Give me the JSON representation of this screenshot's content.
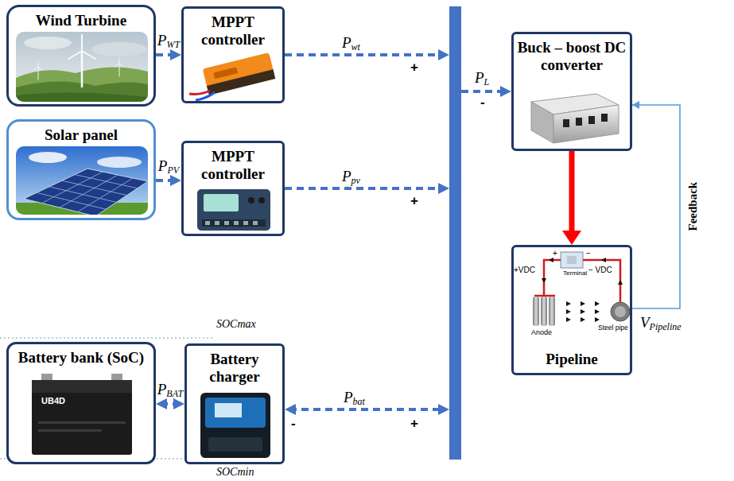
{
  "diagram": {
    "nodes": [
      {
        "text": [
          "Wind Turbine"
        ]
      },
      {
        "text": [
          "MPPT controller"
        ]
      },
      {
        "text": [
          "Solar panel"
        ]
      },
      {
        "text": [
          "MPPT controller"
        ]
      },
      {
        "text": [
          "Battery bank (SoC)"
        ]
      },
      {
        "text": [
          "Battery charger"
        ]
      },
      {
        "text": [
          "Buck – boost DC converter"
        ]
      },
      {
        "text": [
          "Pipeline"
        ]
      }
    ],
    "edges": [
      {
        "from": 0,
        "to": 1,
        "arrow": "to",
        "label": "PWT"
      },
      {
        "from": 2,
        "to": 3,
        "arrow": "to",
        "label": "PPV"
      },
      {
        "from": 4,
        "to": 5,
        "arrow": "both",
        "label": "PBAT"
      },
      {
        "from": 6,
        "to": 7,
        "arrow": "to"
      },
      {
        "from": 7,
        "to": 6,
        "arrow": "to",
        "label": "Feedback"
      }
    ],
    "labels": [
      "Pwt",
      "+",
      "Ppv",
      "+",
      "Pbat",
      "-",
      "+",
      "PL",
      "-",
      "SOCmax",
      "SOCmin",
      "VPipeline",
      "+VDC",
      "− VDC",
      "Terminal",
      "Anode",
      "Steel pipe",
      "+",
      "−",
      "UB4D"
    ]
  }
}
